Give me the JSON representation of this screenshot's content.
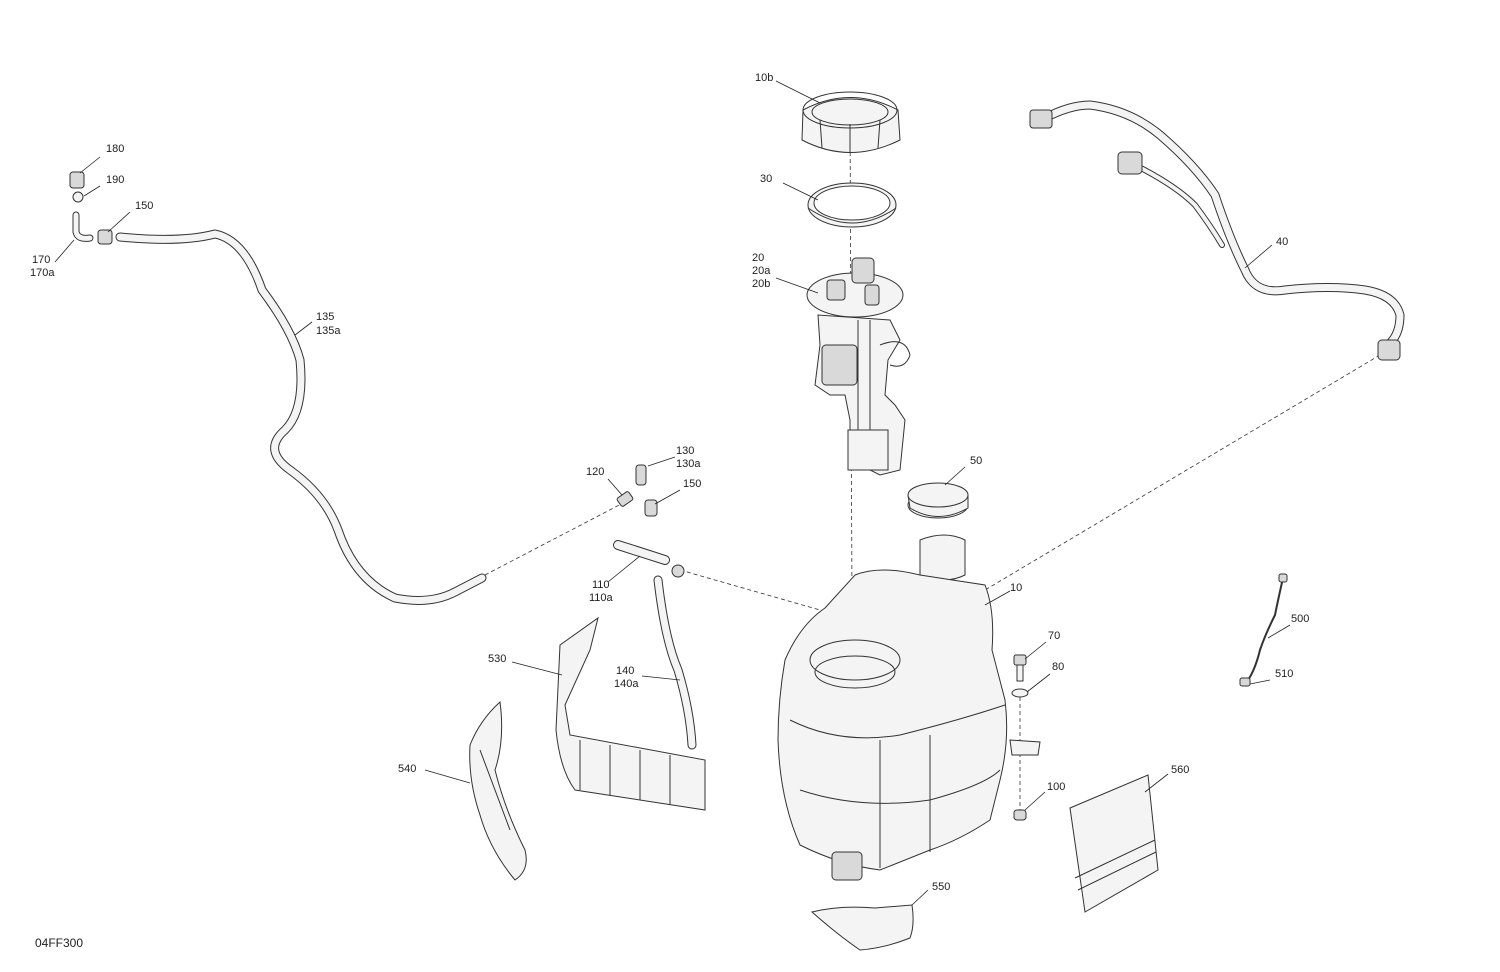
{
  "drawing_id": "04FF300",
  "callouts": {
    "c10b": [
      "10b"
    ],
    "c30": [
      "30"
    ],
    "c20": [
      "20",
      "20a",
      "20b"
    ],
    "c40": [
      "40"
    ],
    "c180": [
      "180"
    ],
    "c190": [
      "190"
    ],
    "c150a": [
      "150"
    ],
    "c170": [
      "170",
      "170a"
    ],
    "c135": [
      "135",
      "135a"
    ],
    "c130": [
      "130",
      "130a"
    ],
    "c120": [
      "120"
    ],
    "c150b": [
      "150"
    ],
    "c50": [
      "50"
    ],
    "c110": [
      "110",
      "110a"
    ],
    "c10": [
      "10"
    ],
    "c70": [
      "70"
    ],
    "c80": [
      "80"
    ],
    "c500": [
      "500"
    ],
    "c510": [
      "510"
    ],
    "c530": [
      "530"
    ],
    "c140": [
      "140",
      "140a"
    ],
    "c540": [
      "540"
    ],
    "c560": [
      "560"
    ],
    "c100": [
      "100"
    ],
    "c550": [
      "550"
    ]
  }
}
